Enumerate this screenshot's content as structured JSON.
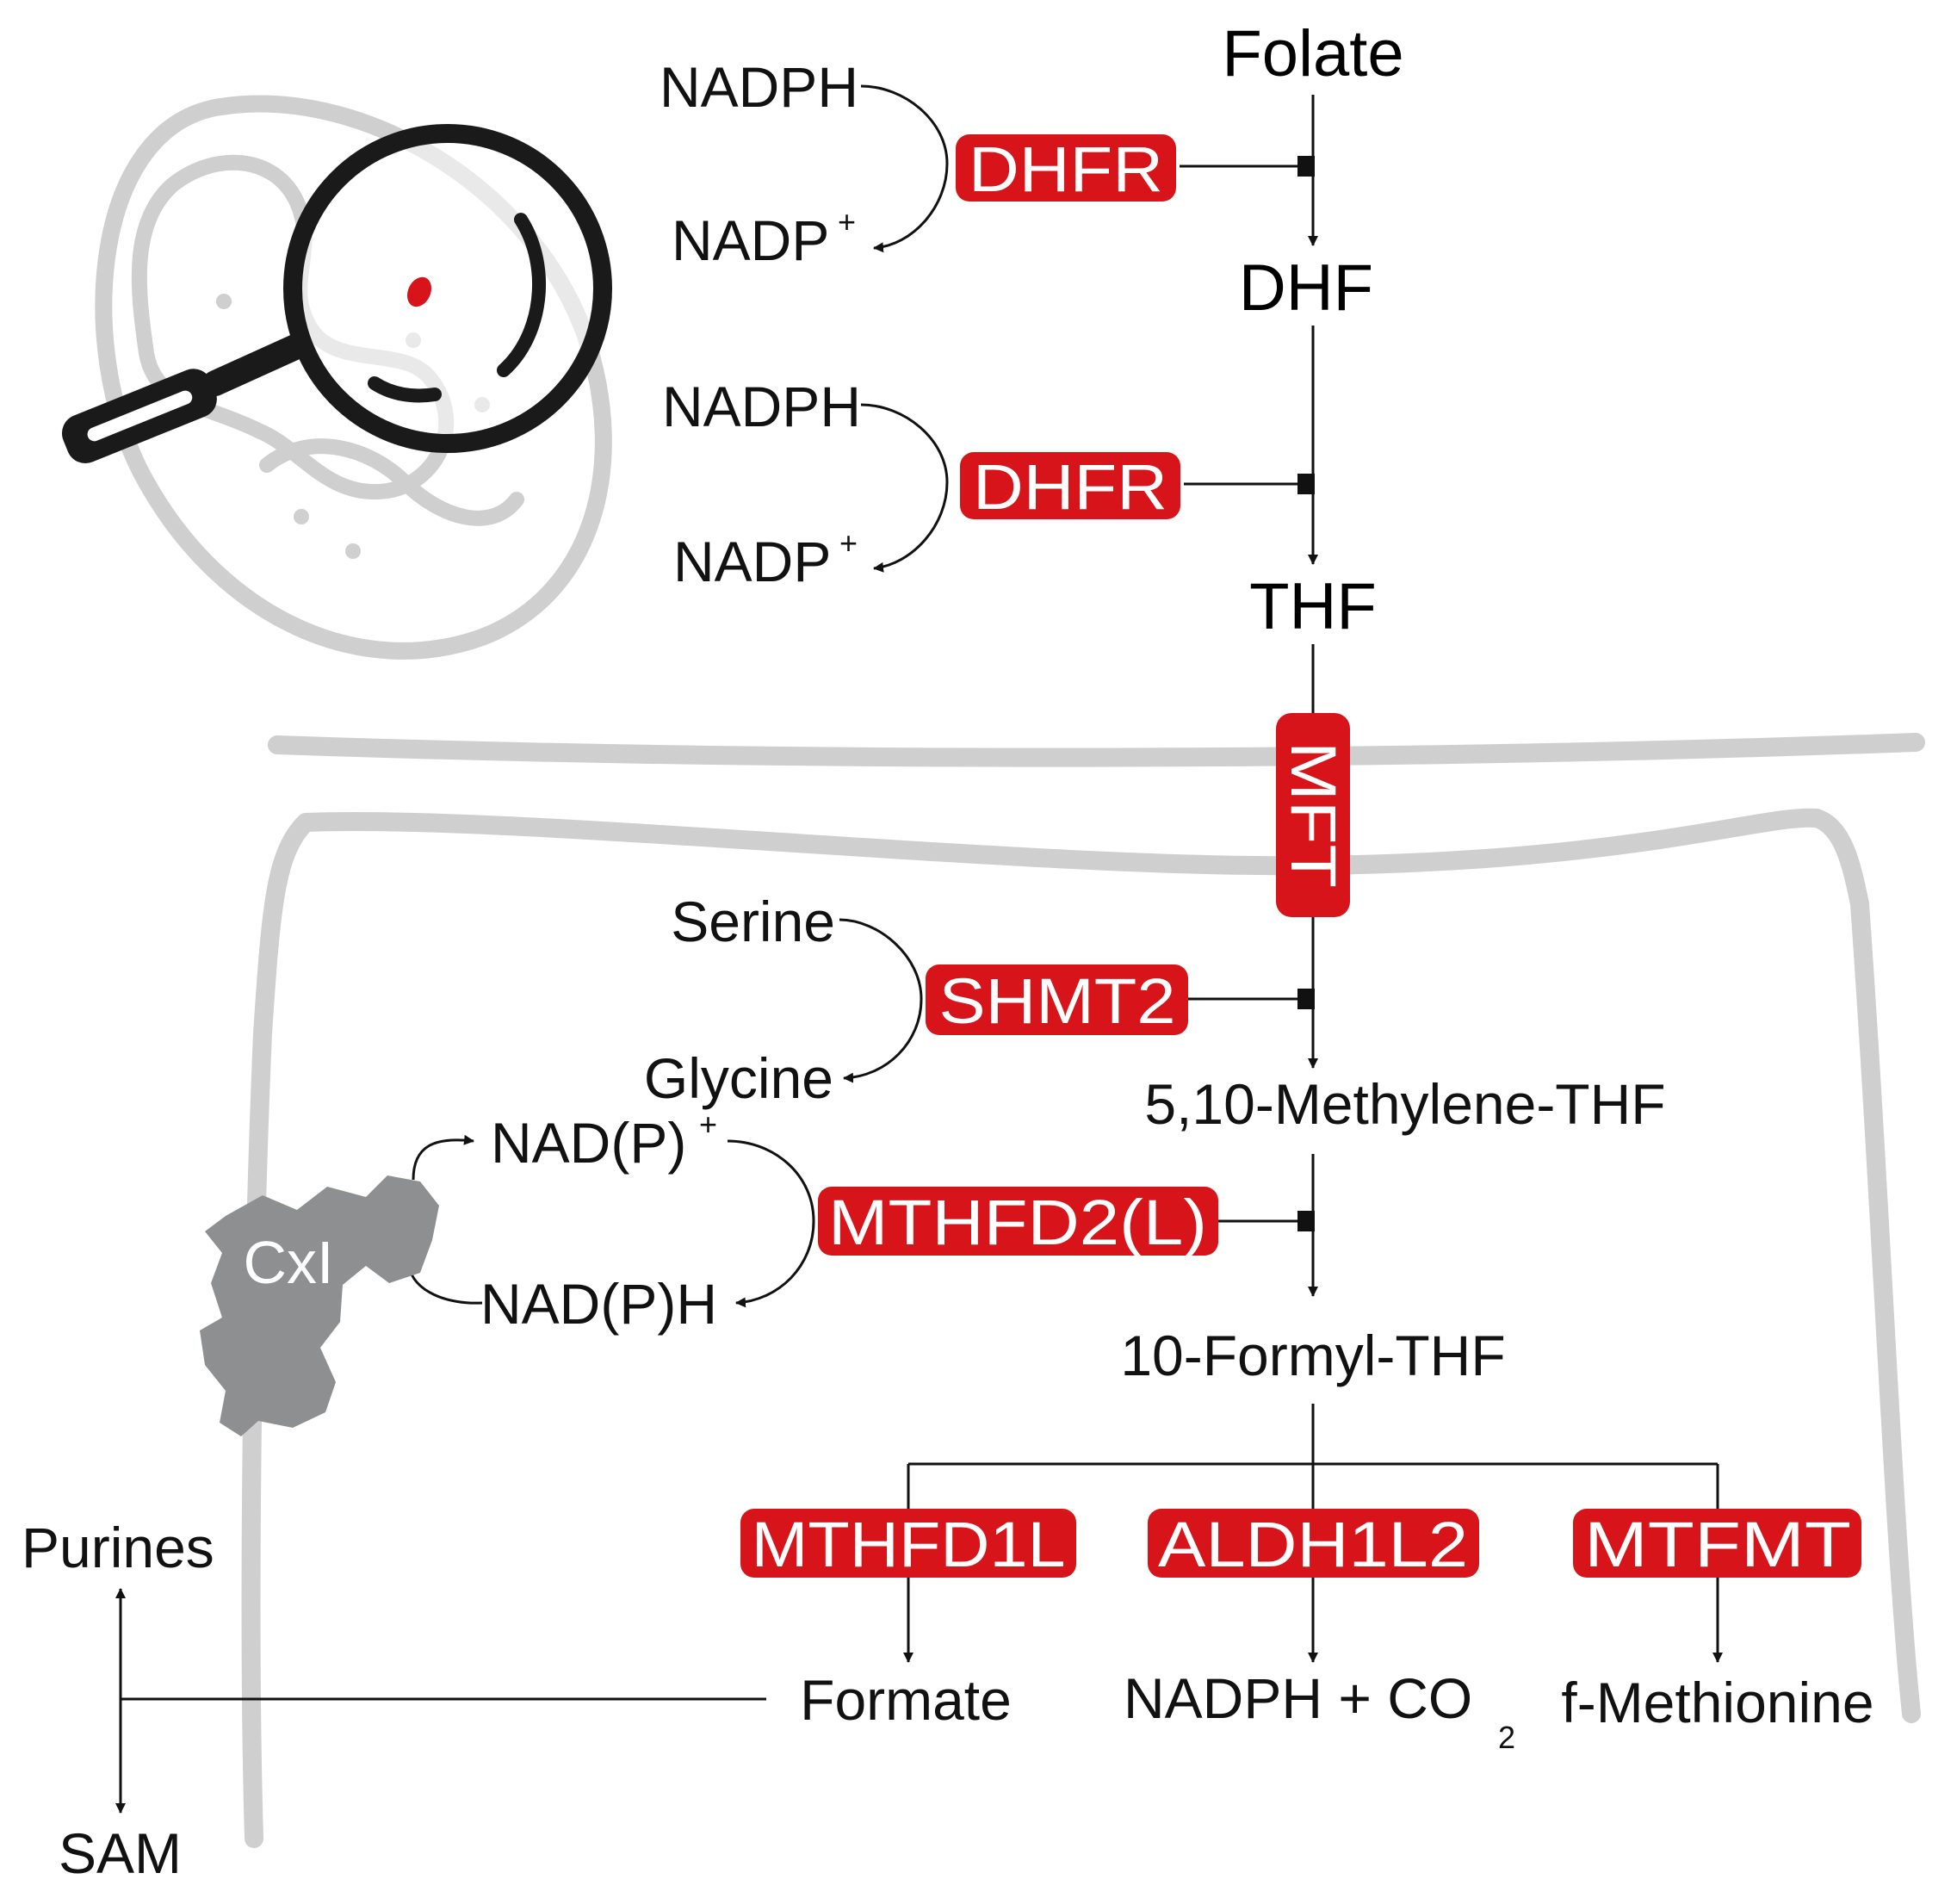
{
  "colors": {
    "enzyme": "#d7141a",
    "membrane": "#cfcfcf",
    "complex": "#8e8f91",
    "line": "#111111",
    "lens_dot": "#d7141a"
  },
  "icons": {
    "mitochondrion": "mitochondrion-icon",
    "magnifier": "magnifying-glass-icon",
    "complex": "complex-i-shape"
  },
  "metabolites": {
    "folate": "Folate",
    "dhf": "DHF",
    "thf": "THF",
    "methylene_thf": "5,10-Methylene-THF",
    "formyl_thf": "10-Formyl-THF",
    "nadph_1": "NADPH",
    "nadp_1": "NADP",
    "nadph_2": "NADPH",
    "nadp_2": "NADP",
    "plus": "+",
    "serine": "Serine",
    "glycine": "Glycine",
    "nadp_oxidized": "NAD(P)",
    "nadp_reduced": "NAD(P)H",
    "formate": "Formate",
    "nadph_co2": "NADPH + CO",
    "co2_subscript": "2",
    "f_methionine": "f-Methionine",
    "purines": "Purines",
    "sam": "SAM"
  },
  "enzymes": {
    "dhfr_1": "DHFR",
    "dhfr_2": "DHFR",
    "mft": "MFT",
    "shmt2": "SHMT2",
    "mthfd2l": "MTHFD2(L)",
    "mthfd1l": "MTHFD1L",
    "aldh1l2": "ALDH1L2",
    "mtfmt": "MTFMT"
  },
  "complex": {
    "label": "CxI"
  }
}
